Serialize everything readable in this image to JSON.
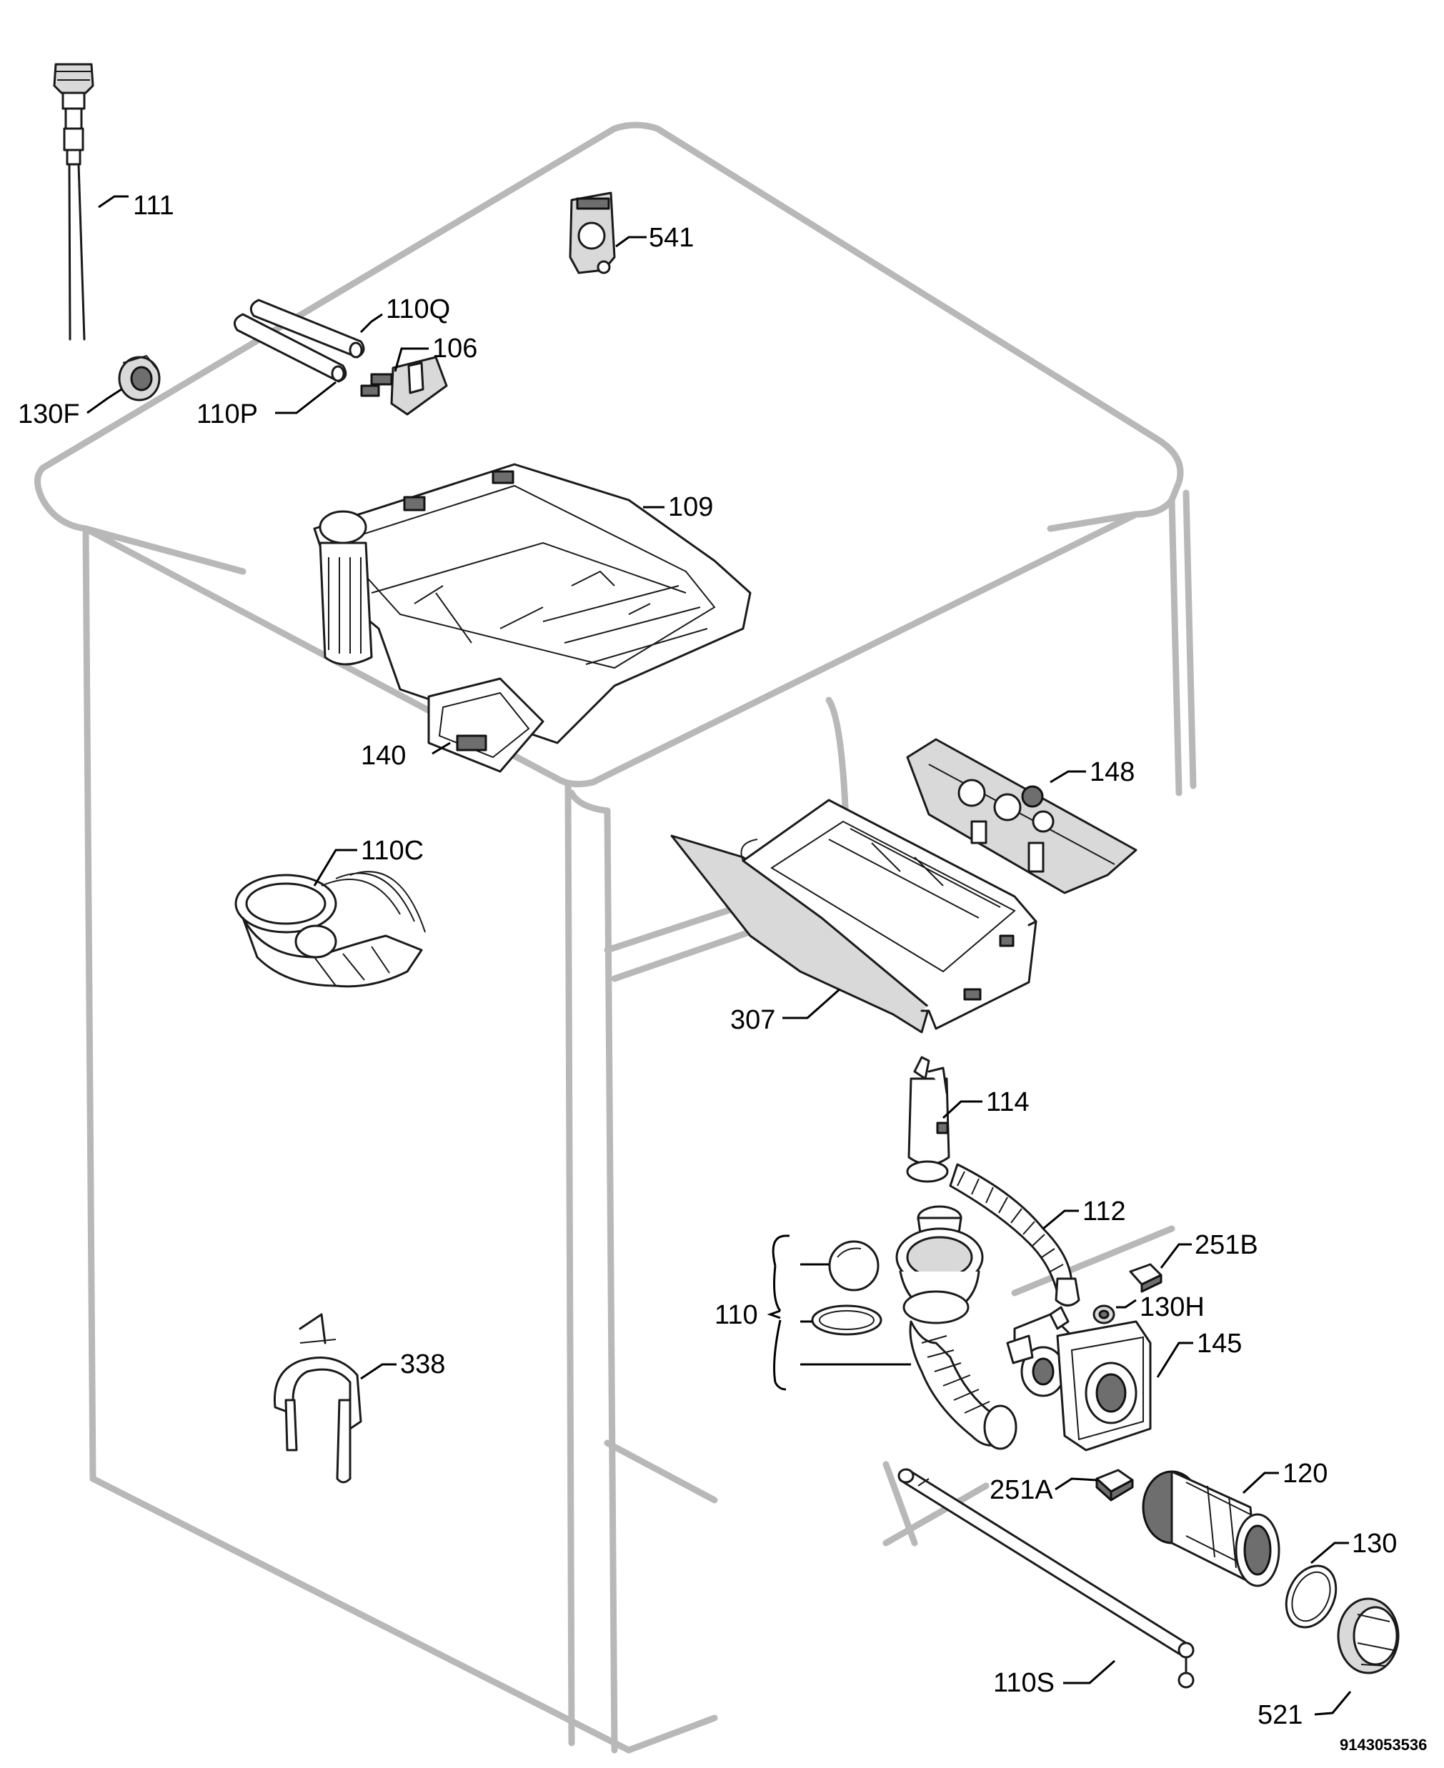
{
  "document_number": "9143053536",
  "callouts": {
    "p111": "111",
    "p541": "541",
    "p110Q": "110Q",
    "p106": "106",
    "p130F": "130F",
    "p110P": "110P",
    "p109": "109",
    "p140": "140",
    "p148": "148",
    "p110C": "110C",
    "p307": "307",
    "p114": "114",
    "p112": "112",
    "p251B": "251B",
    "p110": "110",
    "p130H": "130H",
    "p145": "145",
    "p338": "338",
    "p120": "120",
    "p251A": "251A",
    "p130": "130",
    "p110S": "110S",
    "p521": "521"
  }
}
